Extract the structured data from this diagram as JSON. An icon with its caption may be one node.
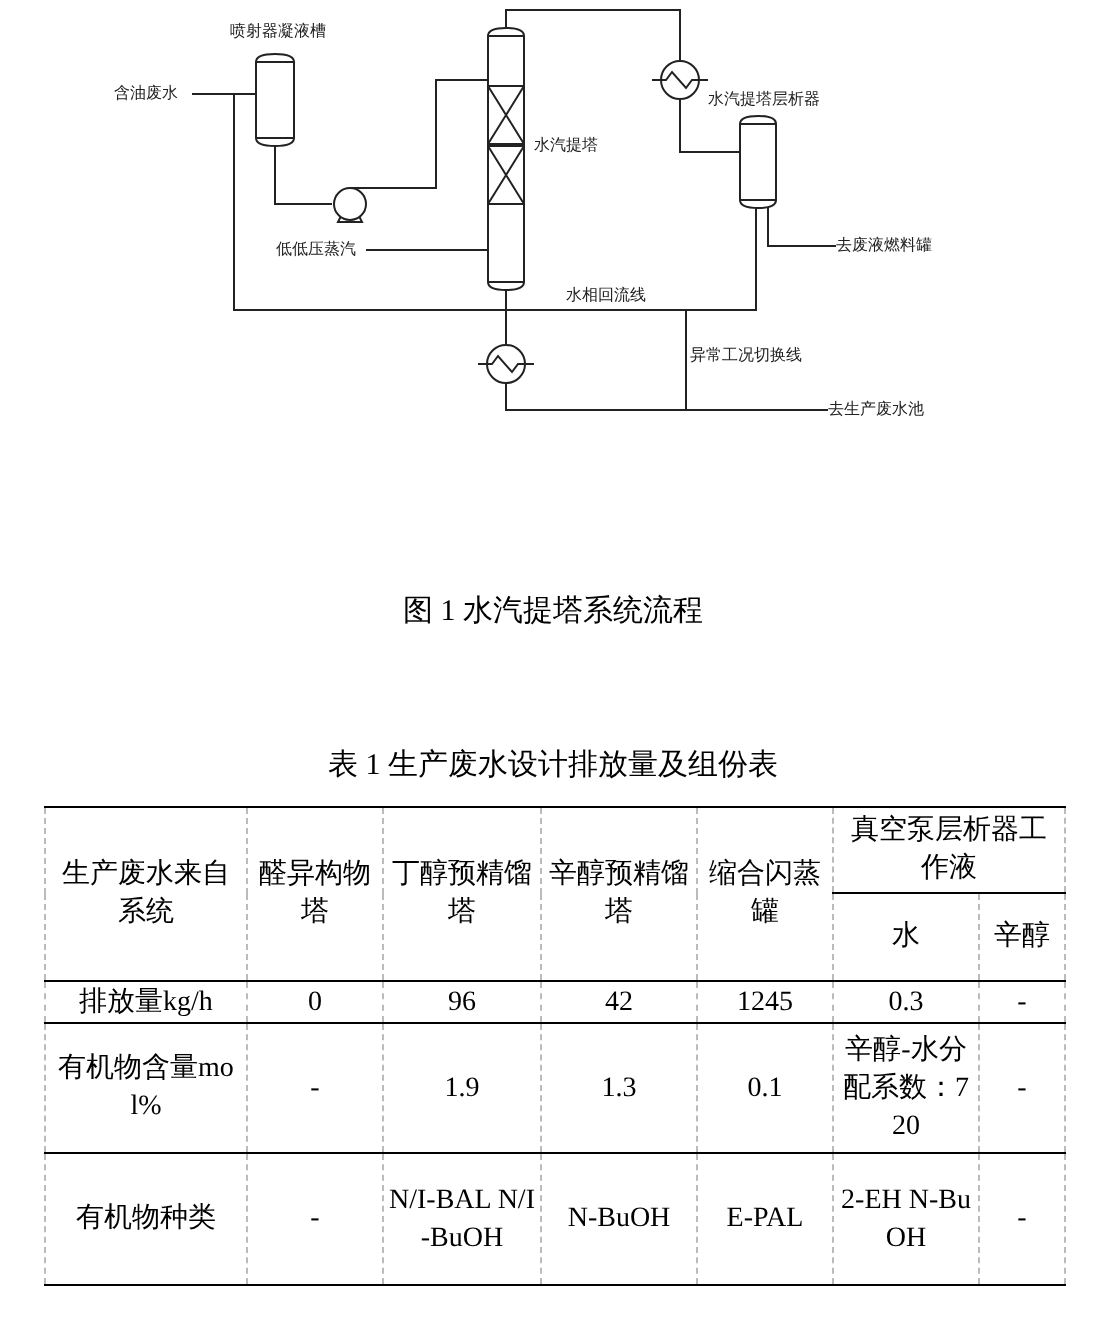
{
  "diagram": {
    "caption": "图 1 水汽提塔系统流程",
    "nodes": [
      {
        "text": [
          "含油废水"
        ]
      },
      {
        "text": [
          "喷射器凝液槽"
        ]
      },
      {
        "text": [],
        "shape": "pump"
      },
      {
        "text": [
          "低低压蒸汽"
        ]
      },
      {
        "text": [
          "水汽提塔"
        ]
      },
      {
        "text": [],
        "shape": "exchanger"
      },
      {
        "text": [
          "水汽提塔层析器"
        ]
      },
      {
        "text": [
          "去废液燃料罐"
        ]
      },
      {
        "text": [],
        "shape": "exchanger"
      },
      {
        "text": [
          "去生产废水池"
        ]
      }
    ],
    "edges": [
      {
        "from": 0,
        "to": 1,
        "arrow": "none"
      },
      {
        "from": 1,
        "to": 2,
        "arrow": "none"
      },
      {
        "from": 2,
        "to": 4,
        "arrow": "none"
      },
      {
        "from": 3,
        "to": 4,
        "arrow": "none"
      },
      {
        "from": 4,
        "to": 5,
        "arrow": "none"
      },
      {
        "from": 5,
        "to": 6,
        "arrow": "none"
      },
      {
        "from": 6,
        "to": 7,
        "arrow": "none"
      },
      {
        "from": 6,
        "to": 1,
        "label": "水相回流线",
        "arrow": "none"
      },
      {
        "from": 4,
        "to": 8,
        "arrow": "none"
      },
      {
        "from": 8,
        "to": 9,
        "arrow": "none"
      },
      {
        "from": 6,
        "to": 9,
        "label": "异常工况切换线",
        "arrow": "none"
      }
    ],
    "labels": [
      "表 1 生产废水设计排放量及组份表",
      "生产废水来自系统",
      "醛异构物塔",
      "丁醇预精馏塔",
      "辛醇预精馏塔",
      "缩合闪蒸罐",
      "真空泵层析器工作液",
      "水",
      "辛醇",
      "排放量kg/h",
      "0",
      "96",
      "42",
      "1245",
      "0.3",
      "-",
      "有机物含量mol%",
      "-",
      "1.9",
      "1.3",
      "0.1",
      "辛醇-水分配系数：720",
      "-",
      "有机物种类",
      "-",
      "N/I-BAL N/I-BuOH",
      "N-BuOH",
      "E-PAL",
      "2-EH N-BuOH",
      "-"
    ]
  }
}
